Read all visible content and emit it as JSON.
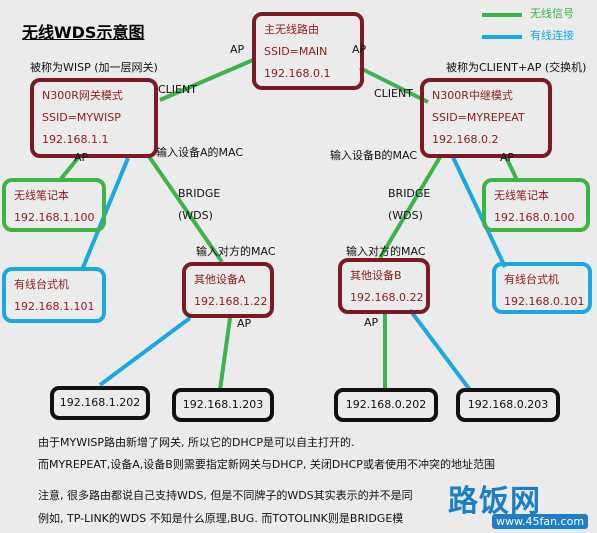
{
  "title": "无线WDS示意图",
  "legend": [
    {
      "label": "无线信号",
      "color": "#3cb44a"
    },
    {
      "label": "有线连接",
      "color": "#1aa7e6"
    }
  ],
  "main_router": {
    "lines": [
      "主无线路由",
      "SSID=MAIN",
      "192.168.0.1"
    ]
  },
  "left_router": {
    "caption": "被称为WISP (加一层网关)",
    "lines": [
      "N300R网关模式",
      "SSID=MYWISP",
      "192.168.1.1"
    ]
  },
  "right_router": {
    "caption": "被称为CLIENT+AP (交换机)",
    "lines": [
      "N300R中继模式",
      "SSID=MYREPEAT",
      "192.168.0.2"
    ]
  },
  "left_laptop": {
    "lines": [
      "无线笔记本",
      "192.168.1.100"
    ]
  },
  "left_desktop": {
    "lines": [
      "有线台式机",
      "192.168.1.101"
    ]
  },
  "right_laptop": {
    "lines": [
      "无线笔记本",
      "192.168.0.100"
    ]
  },
  "right_desktop": {
    "lines": [
      "有线台式机",
      "192.168.0.101"
    ]
  },
  "device_a": {
    "lines": [
      "其他设备A",
      "192.168.1.22"
    ]
  },
  "device_b": {
    "lines": [
      "其他设备B",
      "192.168.0.22"
    ]
  },
  "clients": [
    "192.168.1.202",
    "192.168.1.203",
    "192.168.0.202",
    "192.168.0.203"
  ],
  "labels": {
    "ap_main_left": "AP",
    "ap_main_right": "AP",
    "client_left": "CLIENT",
    "client_right": "CLIENT",
    "ap_left_router": "AP",
    "ap_right_router": "AP",
    "mac_a": "输入设备A的MAC",
    "mac_b": "输入设备B的MAC",
    "bridge_left": "BRIDGE",
    "wds_left": "(WDS)",
    "bridge_right": "BRIDGE",
    "wds_right": "(WDS)",
    "peer_mac_left": "输入对方的MAC",
    "peer_mac_right": "输入对方的MAC",
    "ap_device_a": "AP",
    "ap_device_b": "AP"
  },
  "notes": [
    "由于MYWISP路由新增了网关, 所以它的DHCP是可以自主打开的.",
    "而MYREPEAT,设备A,设备B则需要指定新网关与DHCP, 关闭DHCP或者使用不冲突的地址范围",
    "注意, 很多路由都说自己支持WDS, 但是不同牌子的WDS其实表示的并不是同",
    "例如, TP-LINK的WDS 不知是什么原理,BUG.  而TOTOLINK则是BRIDGE模"
  ],
  "watermark": {
    "logo": "路饭网",
    "url": "www.45fan.com"
  },
  "colors": {
    "wireless": "#3cb44a",
    "wired": "#1aa7e6",
    "router_border": "#7b1a24",
    "client_border": "#111111"
  }
}
